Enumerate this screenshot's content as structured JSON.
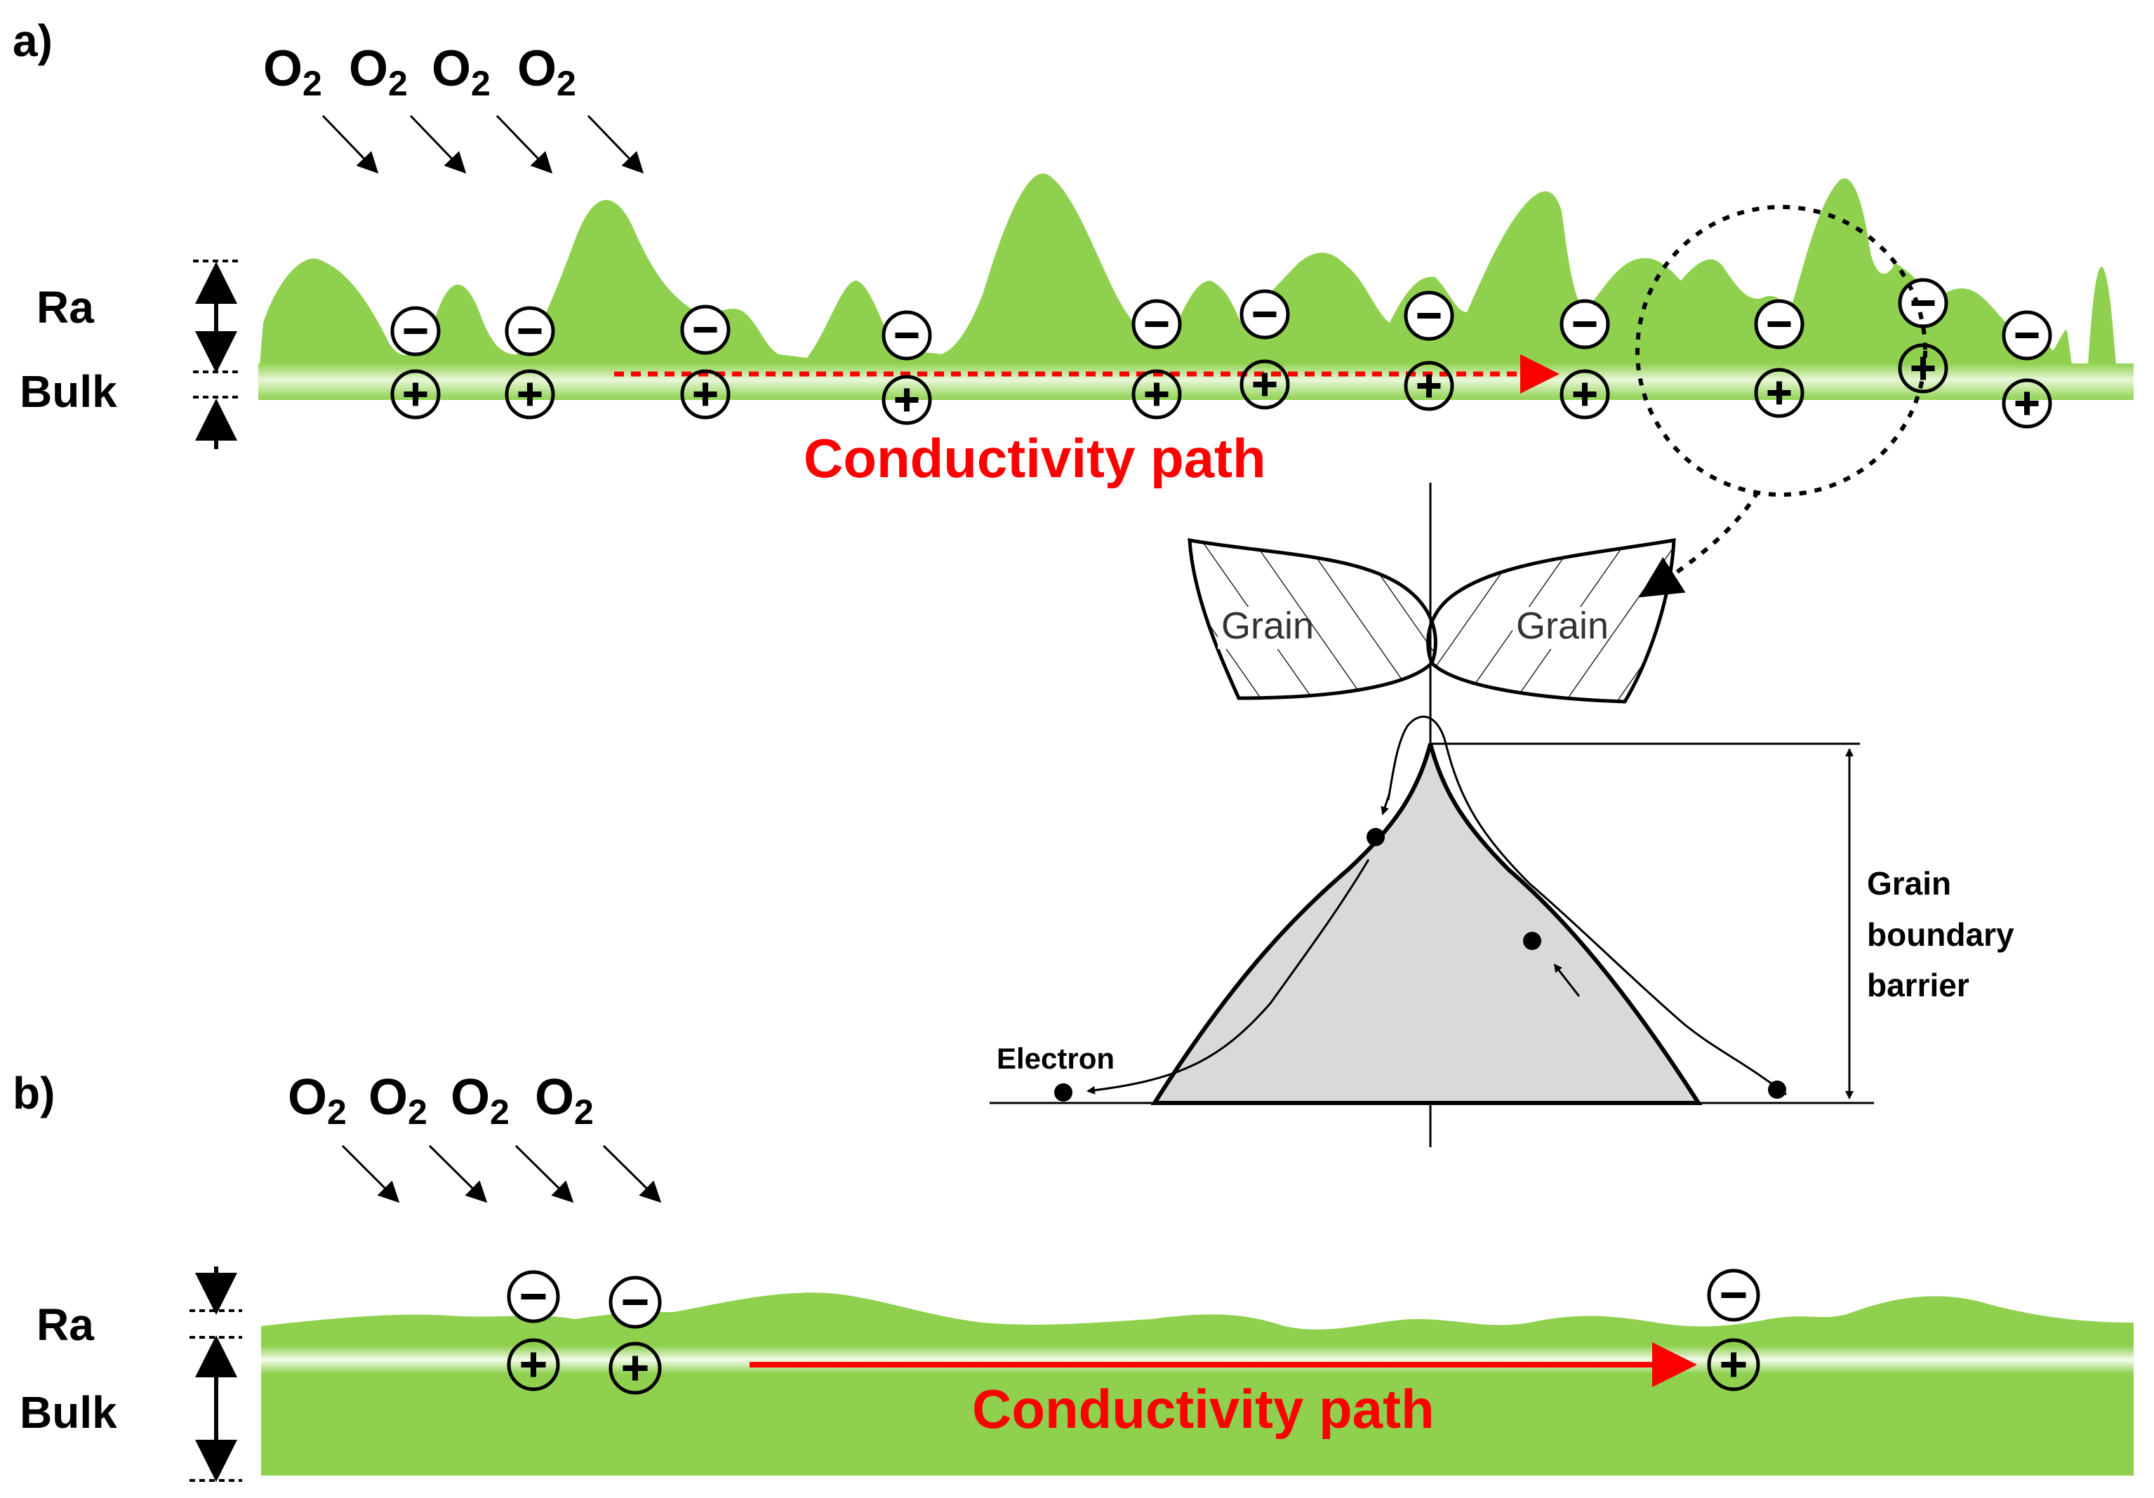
{
  "panel_a": {
    "label": "a)",
    "gas": [
      "O",
      "O",
      "O",
      "O"
    ],
    "gas_subscript": "2",
    "ra_label": "Ra",
    "bulk_label": "Bulk",
    "path_label": "Conductivity path",
    "pair_count": 11
  },
  "inset": {
    "grain_left": "Grain",
    "grain_right": "Grain",
    "barrier_label": [
      "Grain",
      "boundary",
      "barrier"
    ],
    "electron_label": "Electron"
  },
  "panel_b": {
    "label": "b)",
    "gas": [
      "O",
      "O",
      "O",
      "O"
    ],
    "gas_subscript": "2",
    "ra_label": "Ra",
    "bulk_label": "Bulk",
    "path_label": "Conductivity path",
    "pair_count": 3
  },
  "colors": {
    "film_green": "#8fd14f",
    "path_red": "#ff0000",
    "barrier_fill": "#d9d9d9"
  }
}
